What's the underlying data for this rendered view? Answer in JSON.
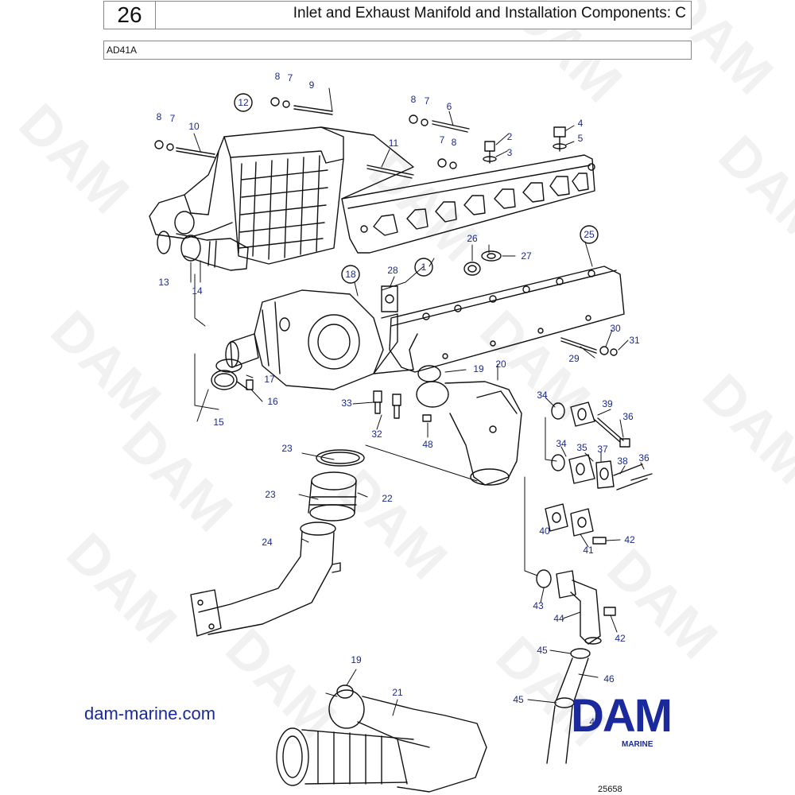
{
  "header": {
    "page_number": "26",
    "title": "Inlet and Exhaust Manifold and Installation Components: C",
    "engine_code": "AD41A"
  },
  "callouts": {
    "c1": "1",
    "c2": "2",
    "c3": "3",
    "c4": "4",
    "c5": "5",
    "c6": "6",
    "c7": "7",
    "c8": "8",
    "c9": "9",
    "c10": "10",
    "c11": "11",
    "c12": "12",
    "c13": "13",
    "c14": "14",
    "c15": "15",
    "c16": "16",
    "c17": "17",
    "c18": "18",
    "c19": "19",
    "c20": "20",
    "c21": "21",
    "c22": "22",
    "c23": "23",
    "c24": "24",
    "c25": "25",
    "c26": "26",
    "c27": "27",
    "c28": "28",
    "c29": "29",
    "c30": "30",
    "c31": "31",
    "c32": "32",
    "c33": "33",
    "c34": "34",
    "c35": "35",
    "c36": "36",
    "c37": "37",
    "c38": "38",
    "c39": "39",
    "c40": "40",
    "c41": "41",
    "c42": "42",
    "c43": "43",
    "c44": "44",
    "c45": "45",
    "c46": "46",
    "c47": "47",
    "c48": "48"
  },
  "watermark": "DAM",
  "footer": {
    "website": "dam-marine.com",
    "brand": "DAM",
    "brand_sub": "MARINE",
    "figure_ref": "25658"
  },
  "colors": {
    "accent": "#1a2a9c",
    "callout": "#1a2a8c",
    "line": "#111111"
  }
}
